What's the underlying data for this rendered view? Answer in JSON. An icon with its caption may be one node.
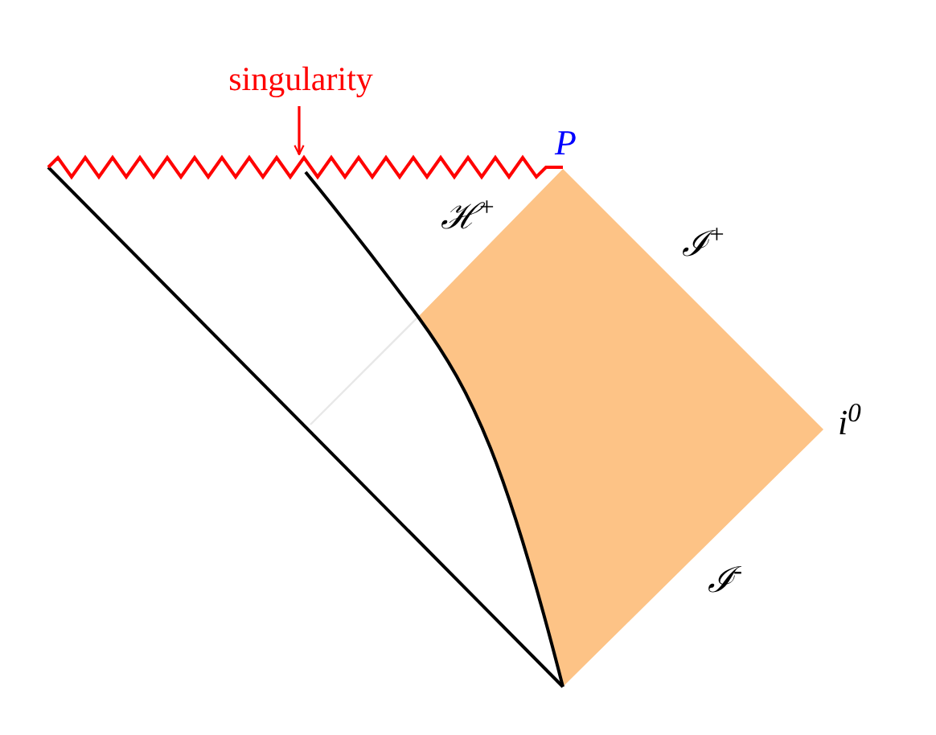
{
  "diagram": {
    "nodes": [
      {
        "text": [
          "singularity"
        ]
      },
      {
        "text": [],
        "shape": "zigzag"
      }
    ],
    "edges": [
      {
        "from": 0,
        "to": 1,
        "arrow": "to",
        "color": "#ff0000"
      }
    ],
    "labels": [
      "P",
      "ℋ$^{+}$",
      "ℐ$^{+}$",
      "i$^{0}$",
      "ℐ$^{-}$"
    ]
  }
}
